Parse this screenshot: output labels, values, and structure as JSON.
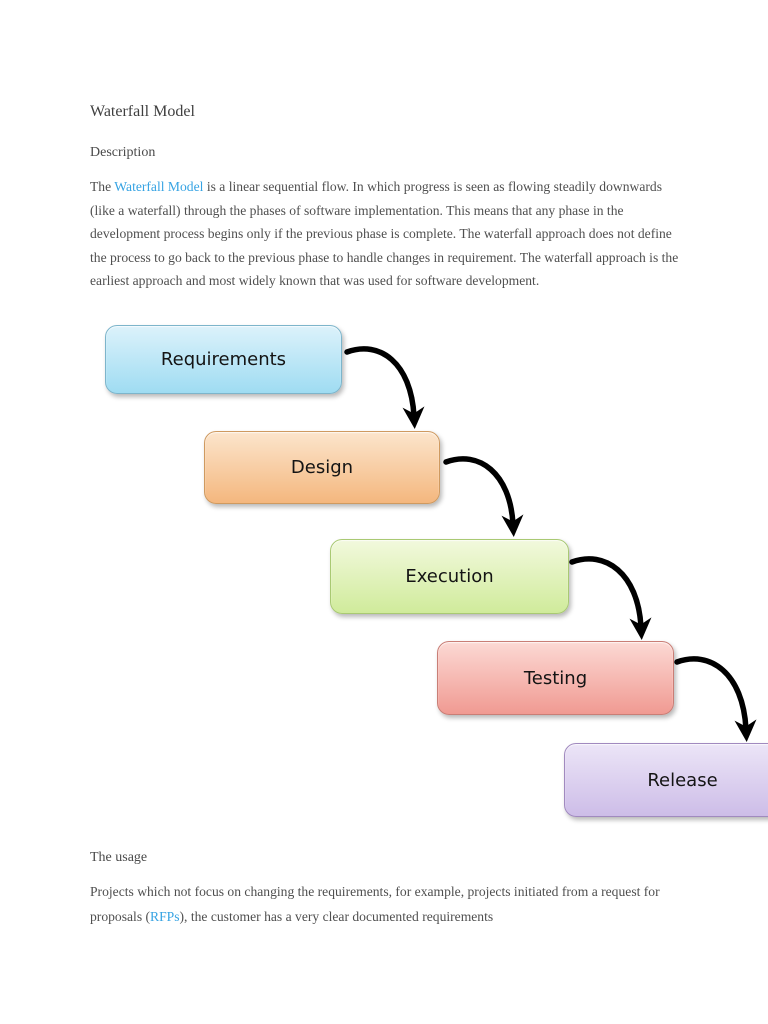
{
  "page_title": "Waterfall Model",
  "description_section": {
    "heading": "Description",
    "paragraph_parts": {
      "before_link": "The ",
      "link_text": "Waterfall Model",
      "after_link": " is a linear sequential flow. In which progress is seen as flowing steadily downwards (like a waterfall) through the phases of software implementation. This means that any phase in the development process begins only if the previous phase is complete. The waterfall approach does not define the process to go back to the previous phase to handle changes in requirement. The waterfall approach is the earliest approach and most widely known that was used for software development."
    }
  },
  "diagram": {
    "kind": "waterfall-staircase-flow",
    "steps": [
      {
        "label": "Requirements",
        "fill_top": "#dcf2fb",
        "fill_bottom": "#9fdcf2",
        "border": "#7db5cb"
      },
      {
        "label": "Design",
        "fill_top": "#fce5cc",
        "fill_bottom": "#f4b77e",
        "border": "#cf9a60"
      },
      {
        "label": "Execution",
        "fill_top": "#f2f9dd",
        "fill_bottom": "#d0eb9b",
        "border": "#a9c973"
      },
      {
        "label": "Testing",
        "fill_top": "#fcd9d4",
        "fill_bottom": "#f09a92",
        "border": "#c97e76"
      },
      {
        "label": "Release",
        "fill_top": "#ece5f7",
        "fill_bottom": "#cdbde8",
        "border": "#a18abf"
      }
    ],
    "arrow_color": "#000000"
  },
  "usage_section": {
    "heading": "The usage",
    "paragraph_parts": {
      "before_link": "Projects which not focus on changing the requirements, for example, projects initiated from a request for proposals (",
      "link_text": "RFPs",
      "after_link": "), the customer has a very clear documented requirements"
    }
  },
  "colors": {
    "page_background": "#ffffff",
    "body_text": "#4f4f4f",
    "heading_text": "#4a4a4a",
    "link": "#36a3e3",
    "box_label": "#141414"
  }
}
